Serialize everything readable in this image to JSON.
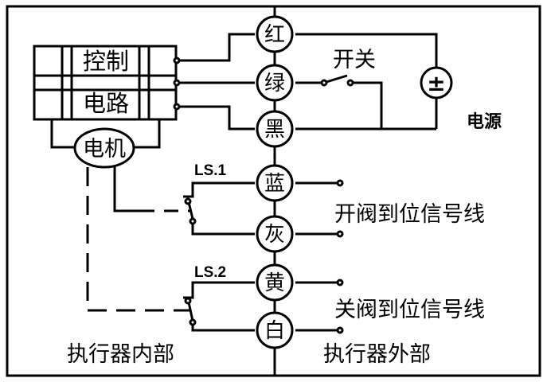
{
  "controller": {
    "line1": "控制",
    "line2": "电路"
  },
  "motor": "电机",
  "wires": [
    {
      "key": "red",
      "label": "红"
    },
    {
      "key": "green",
      "label": "绿"
    },
    {
      "key": "black",
      "label": "黑"
    },
    {
      "key": "blue",
      "label": "蓝"
    },
    {
      "key": "gray",
      "label": "灰"
    },
    {
      "key": "yellow",
      "label": "黄"
    },
    {
      "key": "white",
      "label": "白"
    }
  ],
  "switch_label": "开关",
  "power": {
    "symbol": "±",
    "label": "电源"
  },
  "limit_switches": {
    "ls1": "LS.1",
    "ls2": "LS.2"
  },
  "signals": {
    "open": "开阀到位信号线",
    "close": "关阀到位信号线"
  },
  "sections": {
    "inside": "执行器内部",
    "outside": "执行器外部"
  }
}
